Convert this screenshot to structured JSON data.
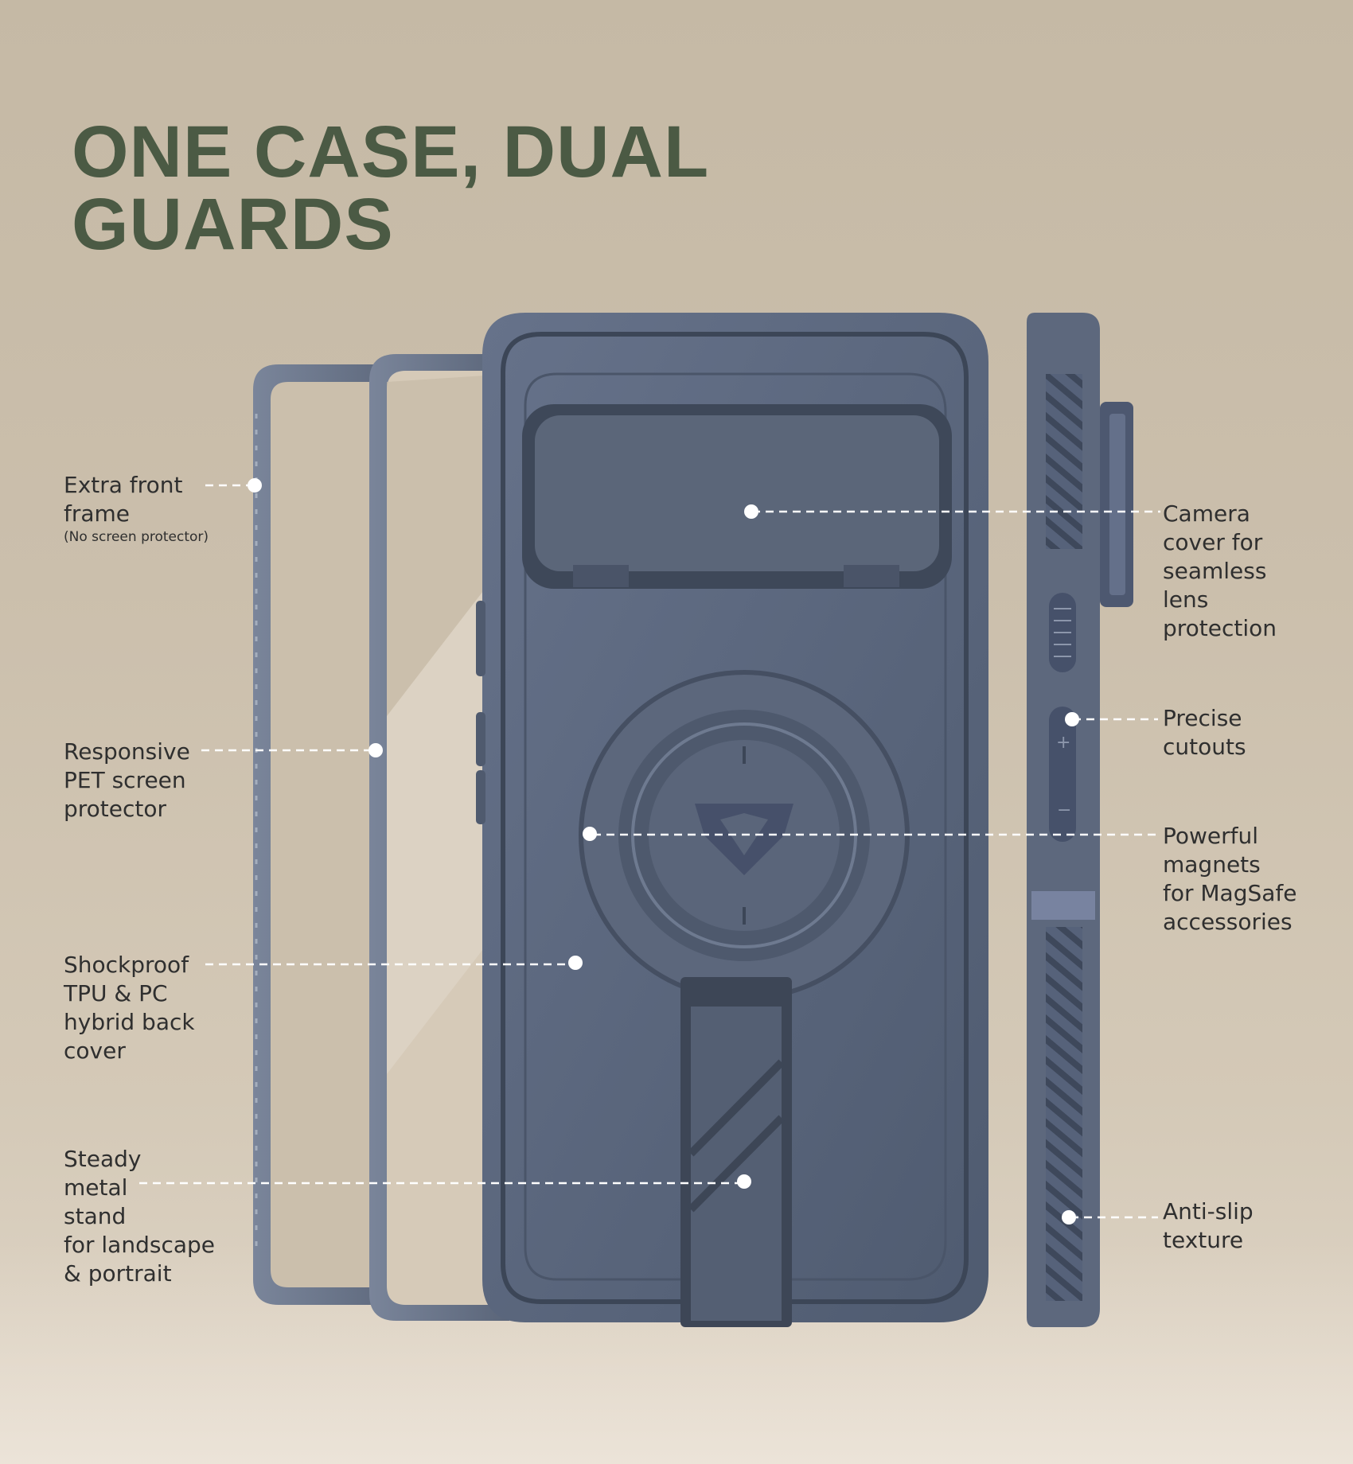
{
  "title": {
    "line1": "ONE CASE, DUAL",
    "line2": "GUARDS"
  },
  "callouts": {
    "front_frame": {
      "line1": "Extra front",
      "line2": "frame",
      "note": "(No screen protector)"
    },
    "screen_protector": {
      "line1": "Responsive",
      "line2": "PET screen",
      "line3": "protector"
    },
    "back_cover": {
      "line1": "Shockproof",
      "line2": "TPU & PC",
      "line3": "hybrid back",
      "line4": "cover"
    },
    "stand": {
      "line1": "Steady",
      "line2": "metal",
      "line3": "stand",
      "line4": "for landscape",
      "line5": "& portrait"
    },
    "camera_cover": {
      "line1": "Camera",
      "line2": "cover for",
      "line3": "seamless",
      "line4": "lens",
      "line5": "protection"
    },
    "cutouts": {
      "line1": "Precise",
      "line2": "cutouts"
    },
    "magnets": {
      "line1": "Powerful",
      "line2": "magnets",
      "line3": "for MagSafe",
      "line4": "accessories"
    },
    "anti_slip": {
      "line1": "Anti-slip",
      "line2": "texture"
    }
  },
  "colors": {
    "title": "#4b5a44",
    "case_body": "#58657a",
    "case_dark": "#3c4657",
    "text": "#2f2f2f"
  },
  "icons": {
    "logo": "shield-logo-icon"
  }
}
